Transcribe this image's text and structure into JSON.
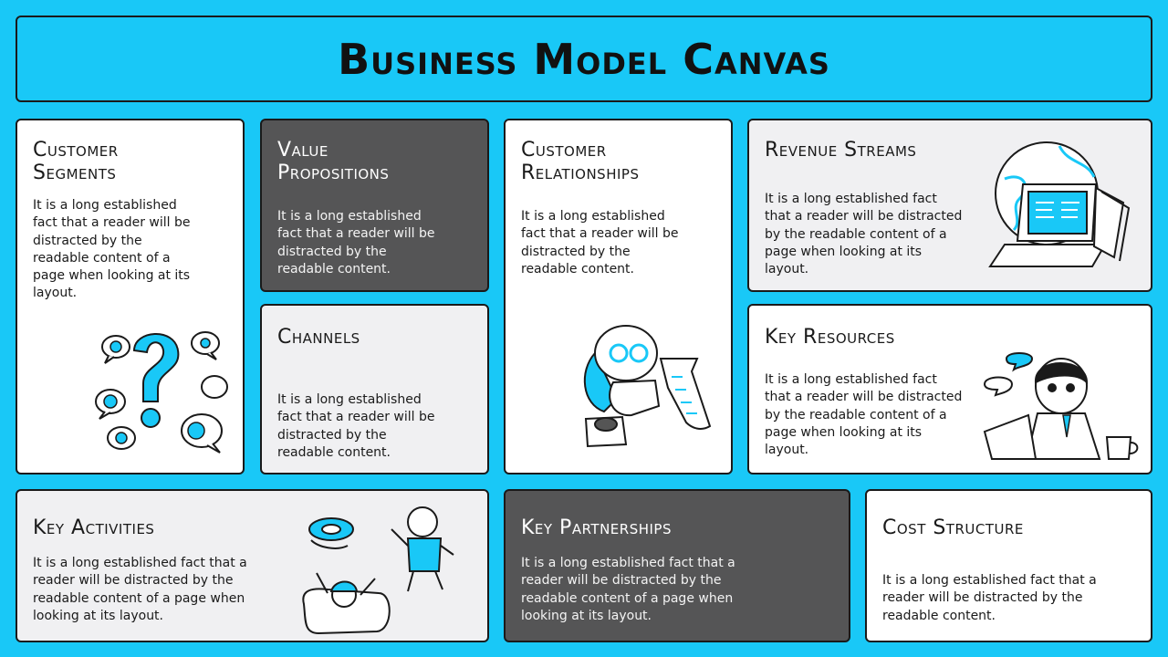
{
  "title": "Business Model Canvas",
  "sections": {
    "customer_segments": {
      "heading": "Customer Segments",
      "text": "It is a long established fact that a reader will be distracted by the readable content of a page when looking at its layout."
    },
    "value_propositions": {
      "heading": "Value Propositions",
      "text": "It is a long established fact that a reader will be distracted by the readable content."
    },
    "channels": {
      "heading": "Channels",
      "text": "It is a long established fact that a reader will be distracted by the readable content."
    },
    "customer_relationships": {
      "heading": "Customer Relationships",
      "text": "It is a long established fact that a reader will be distracted by the readable content."
    },
    "revenue_streams": {
      "heading": "Revenue Streams",
      "text": "It is a long established fact that a reader will be distracted by the readable content of a page when looking at its layout."
    },
    "key_resources": {
      "heading": "Key Resources",
      "text": "It is a long established fact that a reader will be distracted by the readable content of a page when looking at its layout."
    },
    "key_activities": {
      "heading": "Key Activities",
      "text": "It is a long established fact that a reader will be distracted by the readable content of a page when looking at its layout."
    },
    "key_partnerships": {
      "heading": "Key Partnerships",
      "text": "It is a long established fact that a reader will be distracted by the readable content of a page when looking at its layout."
    },
    "cost_structure": {
      "heading": "Cost Structure",
      "text": "It is a long established fact that a reader will be distracted by the readable content."
    }
  },
  "colors": {
    "background": "#19c8f7",
    "accent": "#19c8f7",
    "dark_panel": "#555556",
    "light_panel": "#f0f0f2",
    "white_panel": "#ffffff",
    "outline": "#1a1a1a"
  },
  "illustrations": {
    "customer_segments": "question-mark-bubbles-icon",
    "customer_relationships": "receipt-reading-character-icon",
    "revenue_streams": "globe-laptop-book-icon",
    "key_resources": "headset-worker-icon",
    "key_activities": "swimming-people-icon"
  }
}
